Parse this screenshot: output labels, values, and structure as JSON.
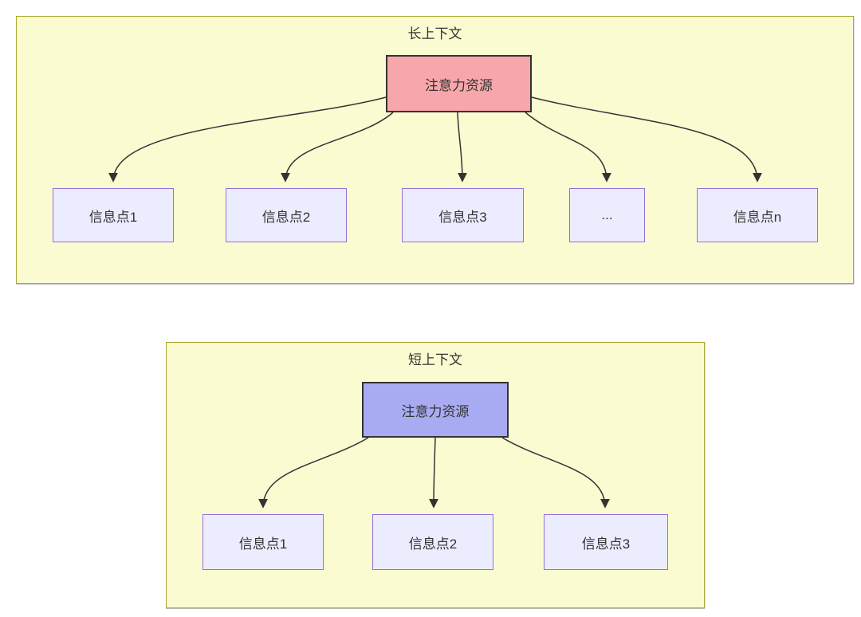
{
  "colors": {
    "panel_fill": "#fbfbd2",
    "panel_border": "#aaaa33",
    "attention_long_fill": "#f7a7ab",
    "attention_short_fill": "#a9abf2",
    "info_fill": "#ececff",
    "info_border": "#9370db",
    "node_border": "#333333",
    "arrow": "#333333",
    "text": "#333333"
  },
  "diagrams": {
    "long": {
      "title": "长上下文",
      "attention_label": "注意力资源",
      "children": [
        "信息点1",
        "信息点2",
        "信息点3",
        "...",
        "信息点n"
      ]
    },
    "short": {
      "title": "短上下文",
      "attention_label": "注意力资源",
      "children": [
        "信息点1",
        "信息点2",
        "信息点3"
      ]
    }
  }
}
